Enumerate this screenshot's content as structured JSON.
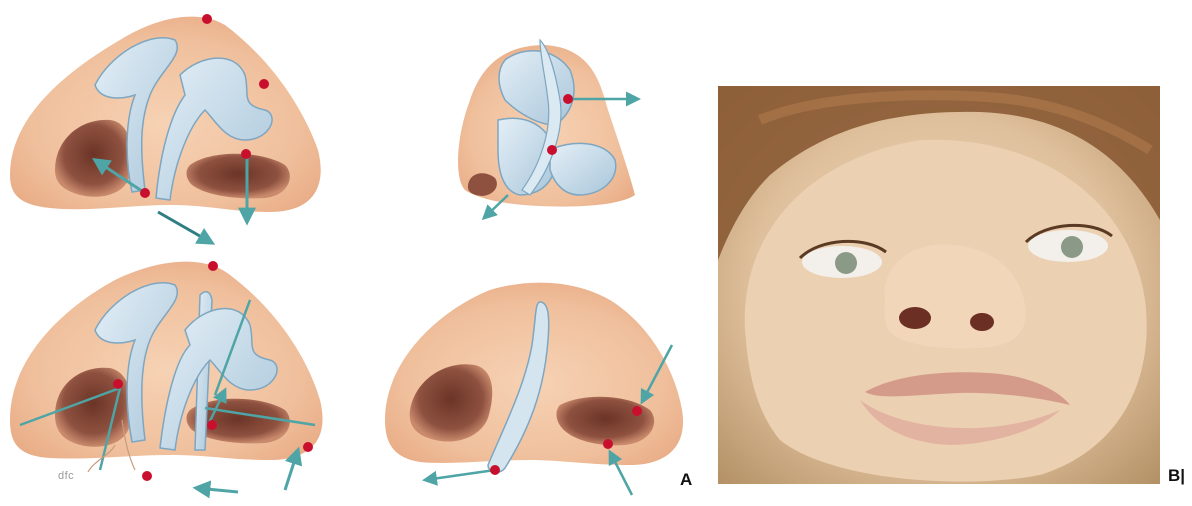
{
  "figure": {
    "panel_a_label": "A",
    "panel_b_label": "B|",
    "artist_signature": "dfc"
  },
  "colors": {
    "skin": "#f2c7a6",
    "skin_shadow": "#e3a582",
    "nostril": "#7a4030",
    "cartilage": "#c6dae8",
    "cartilage_edge": "#7ea6c0",
    "arrow": "#4fa4a6",
    "marker": "#c8102e"
  },
  "icons": [
    "cartilage-graft",
    "suture-point-marker",
    "direction-arrow"
  ]
}
